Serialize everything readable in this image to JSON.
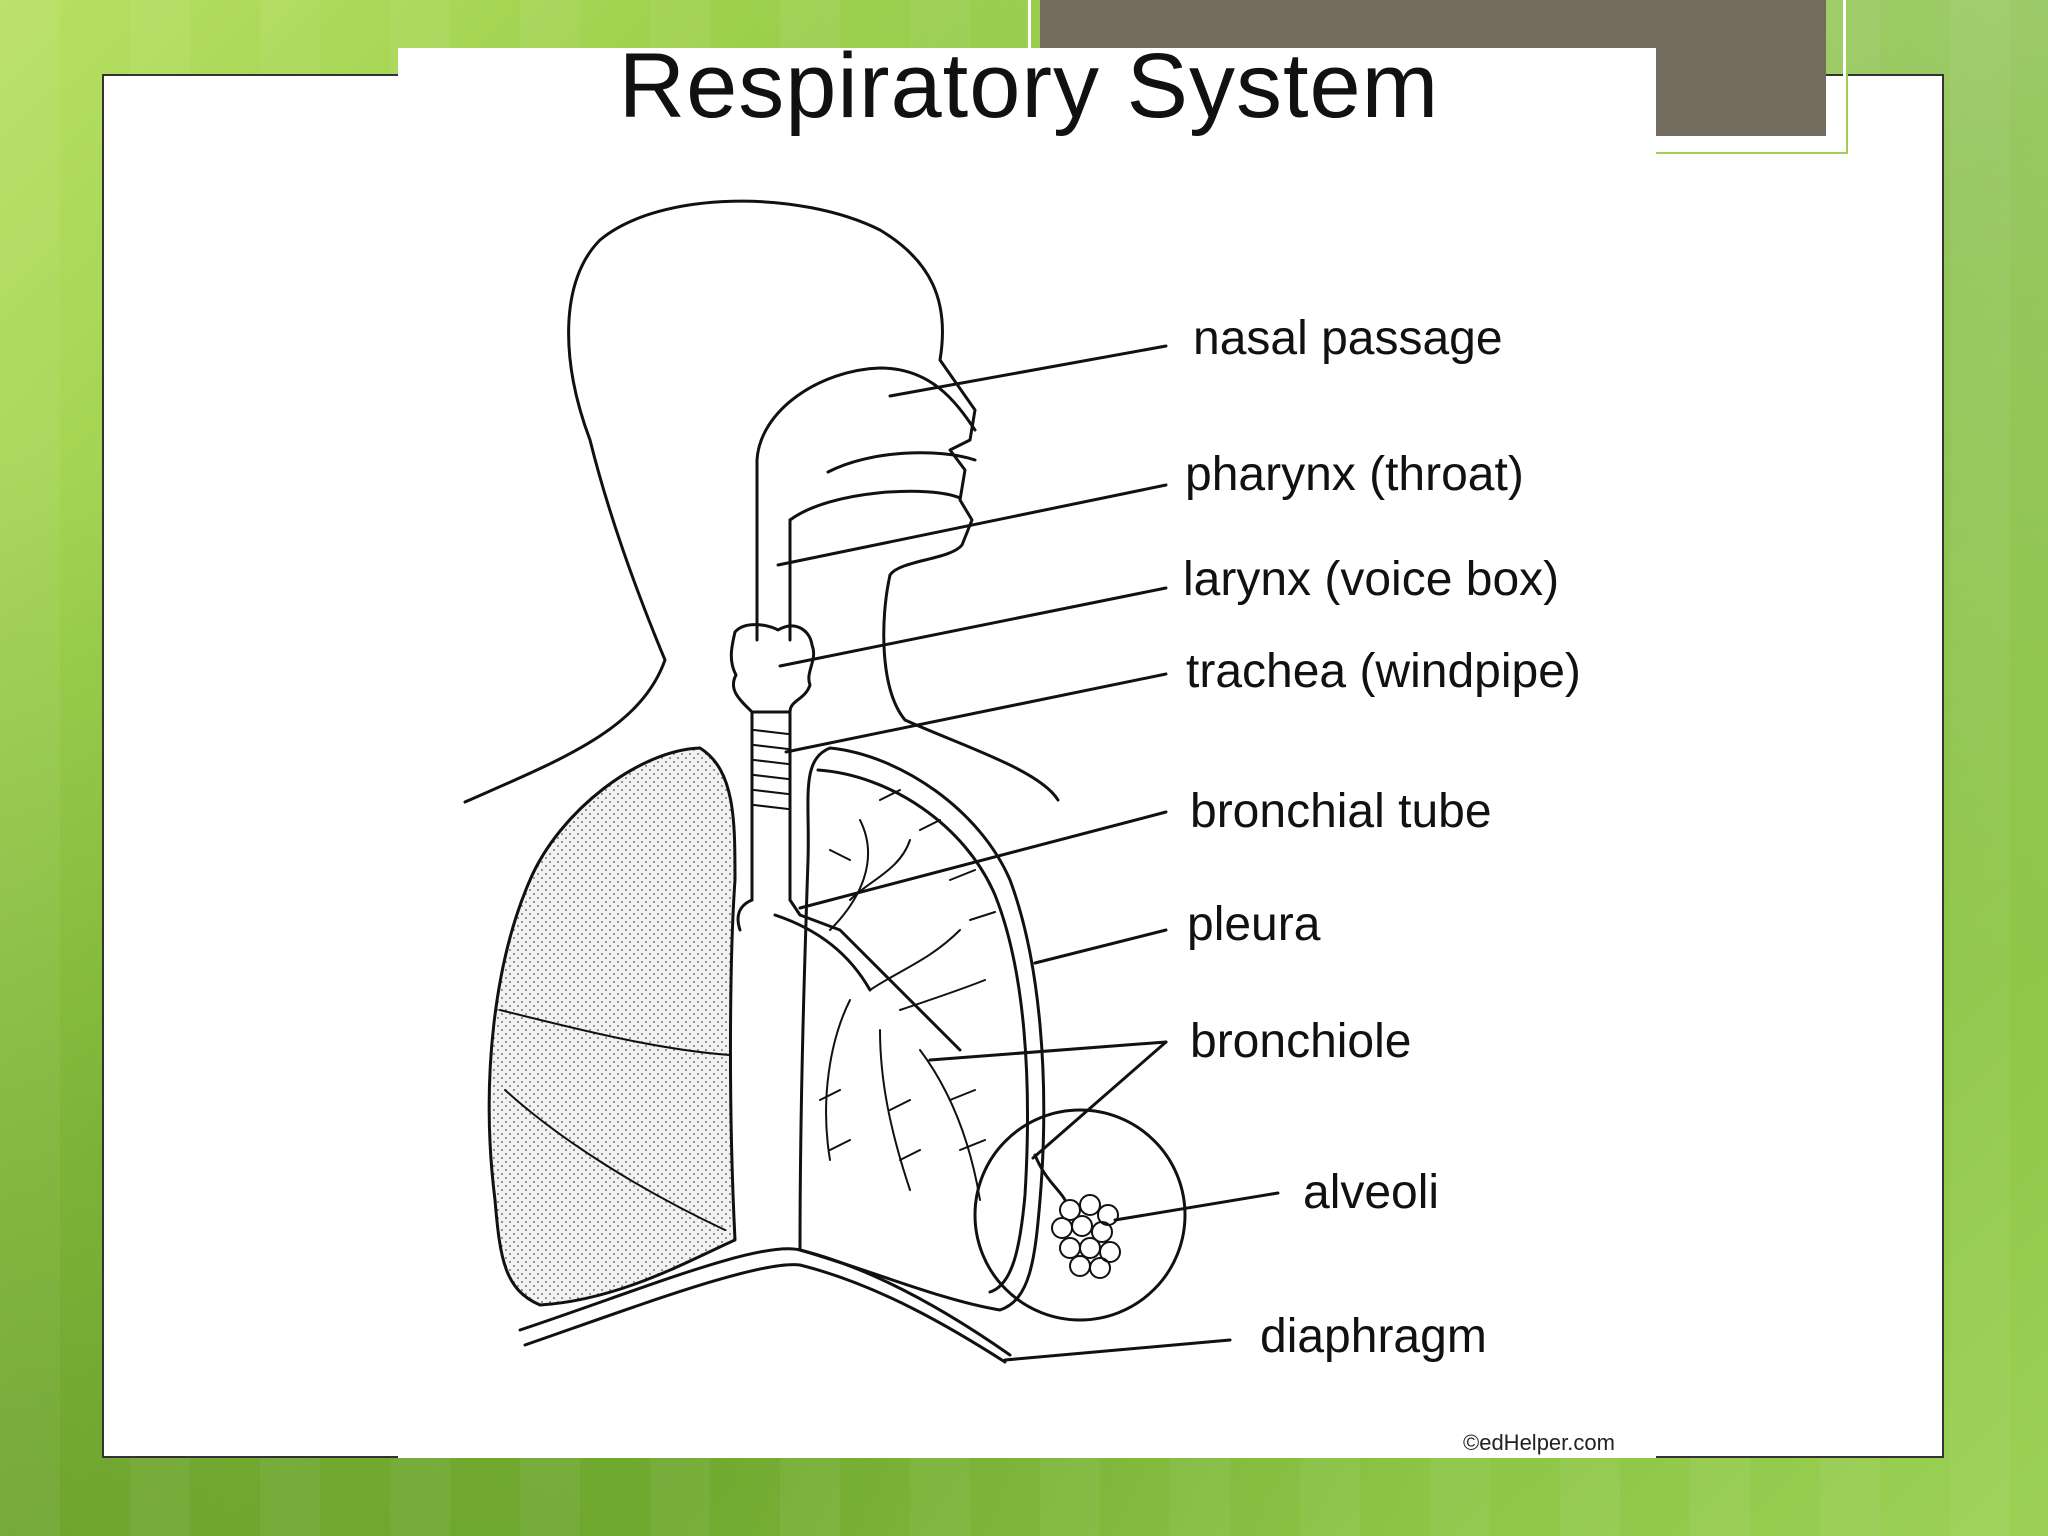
{
  "slide": {
    "title": "Respiratory System"
  },
  "diagram": {
    "labels": {
      "nasal_passage": "nasal passage",
      "pharynx": "pharynx (throat)",
      "larynx": "larynx (voice box)",
      "trachea": "trachea (windpipe)",
      "bronchial_tube": "bronchial tube",
      "pleura": "pleura",
      "bronchiole": "bronchiole",
      "alveoli": "alveoli",
      "diaphragm": "diaphragm"
    },
    "credit": "©edHelper.com"
  },
  "colors": {
    "background": "#8cc63f",
    "accent_block": "#726b5e",
    "line": "#111111"
  }
}
